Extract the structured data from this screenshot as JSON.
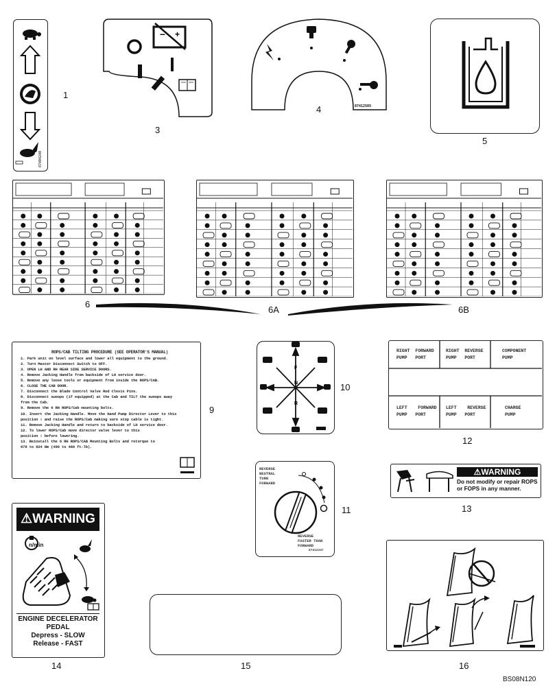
{
  "item_numbers": [
    "1",
    "3",
    "4",
    "5",
    "6",
    "6A",
    "6B",
    "9",
    "10",
    "11",
    "12",
    "13",
    "14",
    "15",
    "16"
  ],
  "item1": {
    "part_no": "87404240"
  },
  "item4": {
    "part_no": "87412505"
  },
  "item9": {
    "title": "ROPS/CAB TILTING PROCEDURE (SEE OPERATOR'S MANUAL)",
    "lines": [
      "1. Park unit on level surface and lower all equipment to the ground.",
      "2. Turn Master Disconnect Switch to OFF.",
      "3. OPEN LH AND RH REAR SIDE SERVICE DOORS.",
      "4. Remove Jacking Handle from backside of LH service door.",
      "5. Remove any loose tools or equipment from inside the ROPS/CAB.",
      "6. CLOSE THE CAB DOOR.",
      "7. Disconnect the Blade Control Valve Rod Clevis Pins.",
      "8. Disconnect swoops (if equipped) at the Cab and TILT the swoops away",
      "    from the Cab.",
      "9. Remove the 6 RH ROPS/Cab mounting bolts.",
      "10. Insert the Jacking Handle. Move the Hand Pump Director Lever to this",
      "    position  ⇧  and raise the ROPS/Cab making sure stop cable is tight.",
      "11. Remove Jacking Handle and return to backside of LH service door.",
      "12. To lower ROPS/Cab move director valve lever to this",
      "    position ⇩ before lowering.",
      "13. Reinstall the 6 RH ROPS/CAB Mounting Bolts and retorque to",
      "    678 to 624 Nm (490 to 460 ft-lb)."
    ]
  },
  "item12": {
    "top": [
      [
        "RIGHT",
        "PUMP"
      ],
      [
        "FORWARD",
        "PORT"
      ],
      [
        "RIGHT",
        "PUMP"
      ],
      [
        "REVERSE",
        "PORT"
      ],
      [
        "COMPONENT",
        "PUMP"
      ]
    ],
    "bottom": [
      [
        "LEFT",
        "PUMP"
      ],
      [
        "FORWARD",
        "PORT"
      ],
      [
        "LEFT",
        "PUMP"
      ],
      [
        "REVERSE",
        "PORT"
      ],
      [
        "CHARGE",
        "PUMP"
      ]
    ]
  },
  "item11": {
    "left_labels": [
      "REVERSE",
      "NEUTRAL",
      "TURN",
      "FORWARD"
    ],
    "bottom_labels": [
      "REVERSE",
      "FASTER THAN",
      "FORWARD"
    ],
    "part_no": "87412247"
  },
  "item13": {
    "banner": "⚠WARNING",
    "line1": "Do not modify or repair ROPS",
    "line2": "or FOPS in any manner."
  },
  "item14": {
    "banner": "⚠WARNING",
    "rpm": "n/min",
    "caption1": "ENGINE DECELERATOR",
    "caption2": "PEDAL",
    "caption3": "Depress - SLOW",
    "caption4": "Release - FAST"
  },
  "item5": {},
  "figure_ref": "BS08N120",
  "colors": {
    "ink": "#111111",
    "paper": "#ffffff",
    "shade": "#cfcfcf"
  }
}
